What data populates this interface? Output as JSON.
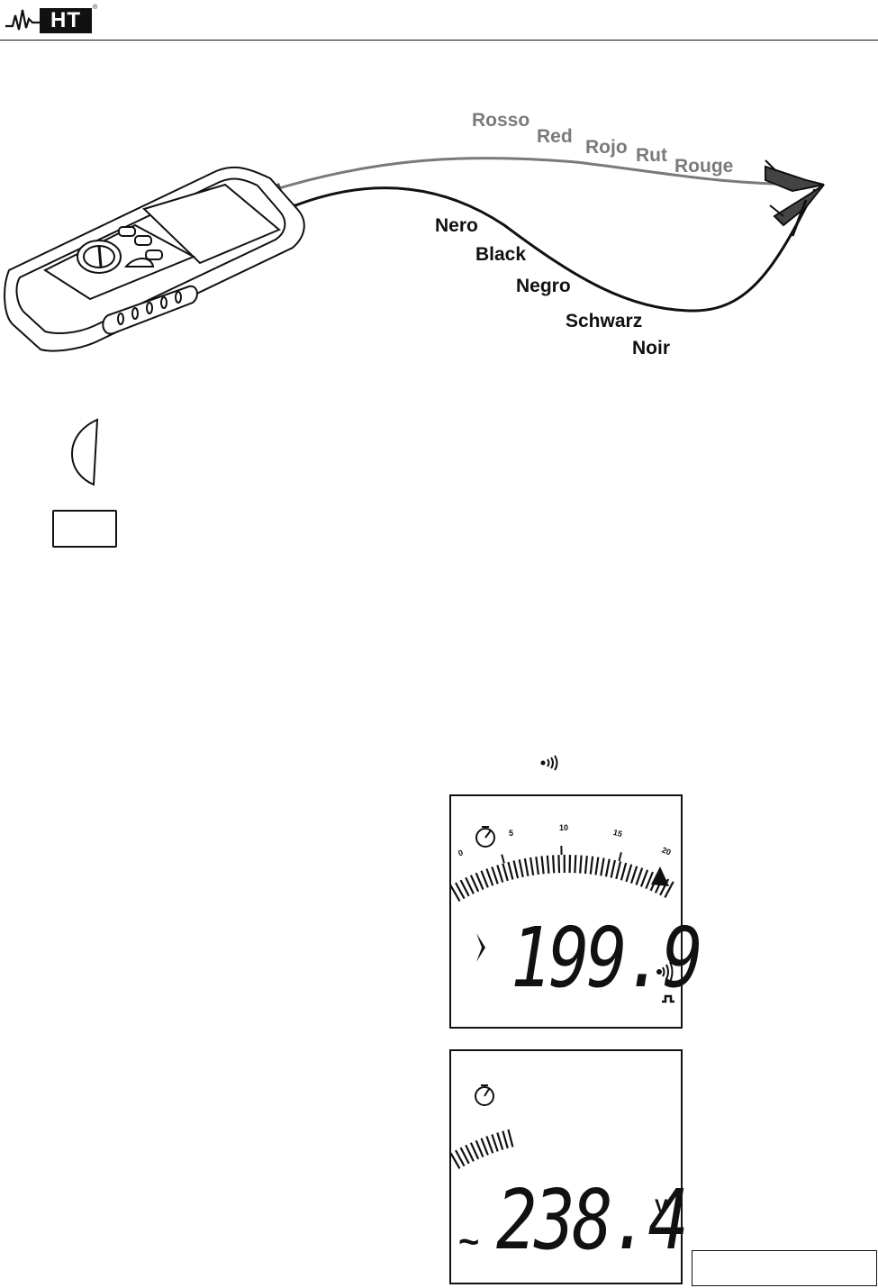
{
  "header": {
    "logo_text": "HT",
    "logo_mark": "®"
  },
  "diagram": {
    "red_lead_labels": [
      "Rosso",
      "Red",
      "Rojo",
      "Rut",
      "Rouge"
    ],
    "black_lead_labels": [
      "Nero",
      "Black",
      "Negro",
      "Schwarz",
      "Noir"
    ],
    "lead_colors": {
      "red_lead": "#7a7a7a",
      "black_lead": "#111111"
    }
  },
  "icons": {
    "half_knob": "half-knob-icon",
    "key": "key-box-icon",
    "buzzer": "buzzer-icon"
  },
  "lcd1": {
    "scale_ticks": [
      "0",
      "5",
      "10",
      "15",
      "20"
    ],
    "reading": "199.9",
    "prefix_symbol": "›",
    "indicators": [
      "buzzer",
      "continuity"
    ]
  },
  "lcd2": {
    "reading": "238.4",
    "unit": "V",
    "ac_symbol": "~"
  }
}
